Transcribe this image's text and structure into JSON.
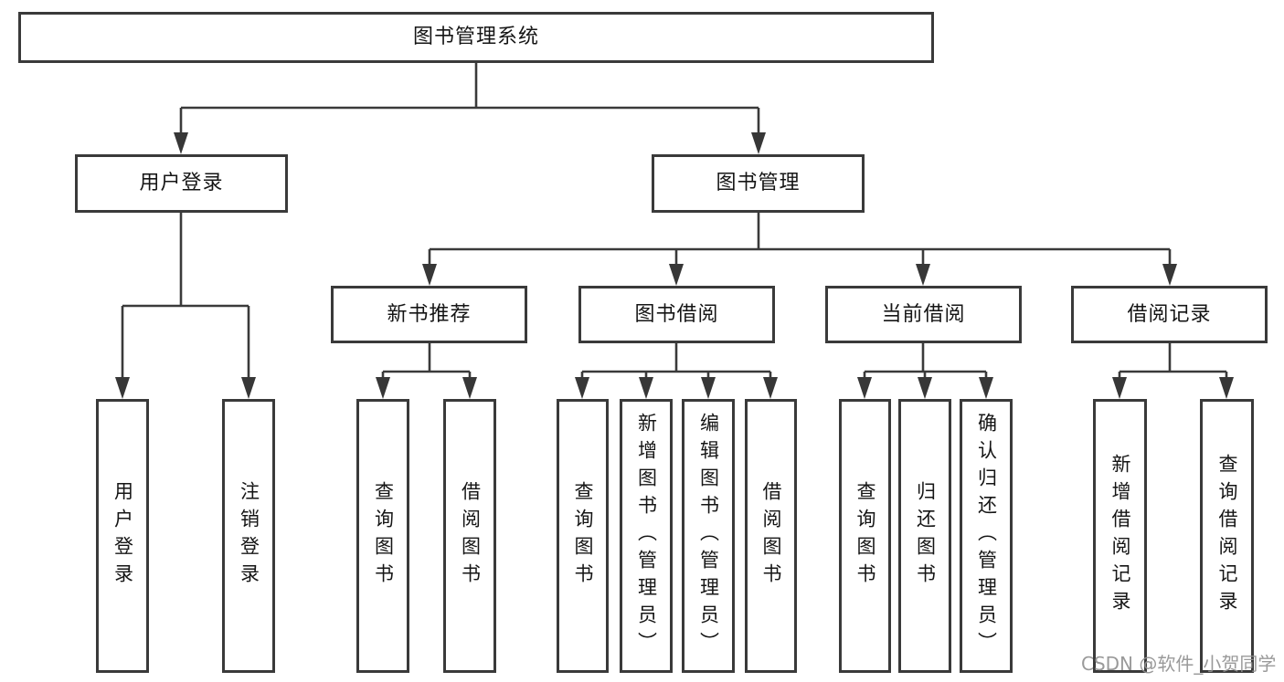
{
  "diagram_type": "hierarchy-tree",
  "colors": {
    "background": "#ffffff",
    "line": "#3a3a3a",
    "box_border": "#3a3a3a",
    "text": "#151515",
    "watermark": "#919191"
  },
  "watermark": {
    "text": "CSDN @软件_小贺同学"
  },
  "tree": {
    "root": {
      "label": "图书管理系统",
      "children": [
        {
          "label": "用户登录",
          "children": [
            {
              "label": "用户登录"
            },
            {
              "label": "注销登录"
            }
          ]
        },
        {
          "label": "图书管理",
          "children": [
            {
              "label": "新书推荐",
              "children": [
                {
                  "label": "查询图书"
                },
                {
                  "label": "借阅图书"
                }
              ]
            },
            {
              "label": "图书借阅",
              "children": [
                {
                  "label": "查询图书"
                },
                {
                  "label": "新增图书（管理员）"
                },
                {
                  "label": "编辑图书（管理员）"
                },
                {
                  "label": "借阅图书"
                }
              ]
            },
            {
              "label": "当前借阅",
              "children": [
                {
                  "label": "查询图书"
                },
                {
                  "label": "归还图书"
                },
                {
                  "label": "确认归还（管理员）"
                }
              ]
            },
            {
              "label": "借阅记录",
              "children": [
                {
                  "label": "新增借阅记录"
                },
                {
                  "label": "查询借阅记录"
                }
              ]
            }
          ]
        }
      ]
    }
  }
}
